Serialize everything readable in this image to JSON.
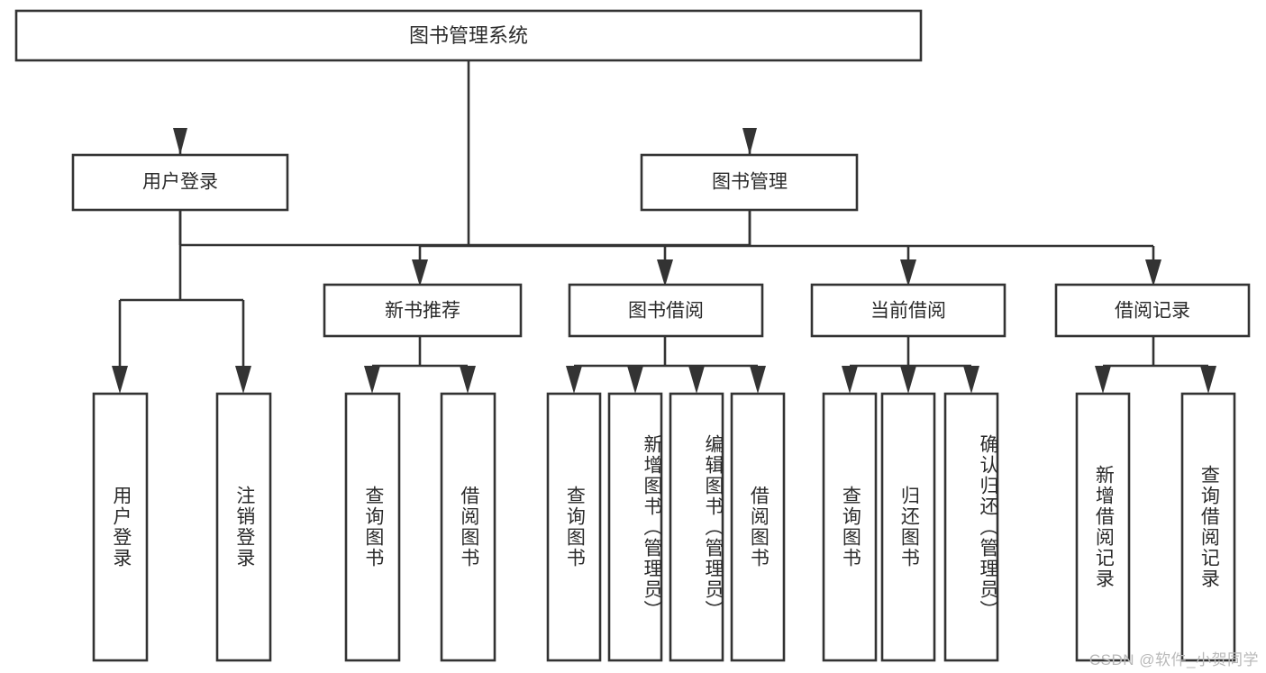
{
  "diagram": {
    "title": "图书管理系统",
    "type": "tree-hierarchy",
    "watermark": "CSDN @软件_小贺同学",
    "colors": {
      "box_fill": "#ffffff",
      "box_stroke": "#333333",
      "text": "#2b2b2b",
      "watermark": "#b9b9b9",
      "background": "#ffffff"
    },
    "levels": {
      "root": "图书管理系统",
      "level2": [
        "用户登录",
        "图书管理"
      ],
      "level3": [
        "新书推荐",
        "图书借阅",
        "当前借阅",
        "借阅记录"
      ]
    },
    "nodes": {
      "root": {
        "label": "图书管理系统"
      },
      "user_login": {
        "label": "用户登录"
      },
      "book_manage": {
        "label": "图书管理"
      },
      "new_book_rec": {
        "label": "新书推荐"
      },
      "book_borrow": {
        "label": "图书借阅"
      },
      "current_borrow": {
        "label": "当前借阅"
      },
      "borrow_record": {
        "label": "借阅记录"
      },
      "leaf_user_login": {
        "label": "用户登录"
      },
      "leaf_logout": {
        "label": "注销登录"
      },
      "leaf_query_book_1": {
        "label": "查询图书"
      },
      "leaf_borrow_book_1": {
        "label": "借阅图书"
      },
      "leaf_query_book_2": {
        "label": "查询图书"
      },
      "leaf_add_book": {
        "label": "新增图书（管理员）"
      },
      "leaf_edit_book": {
        "label": "编辑图书（管理员）"
      },
      "leaf_borrow_book_2": {
        "label": "借阅图书"
      },
      "leaf_query_book_3": {
        "label": "查询图书"
      },
      "leaf_return_book": {
        "label": "归还图书"
      },
      "leaf_confirm_return": {
        "label": "确认归还（管理员）"
      },
      "leaf_add_record": {
        "label": "新增借阅记录"
      },
      "leaf_query_record": {
        "label": "查询借阅记录"
      }
    }
  }
}
